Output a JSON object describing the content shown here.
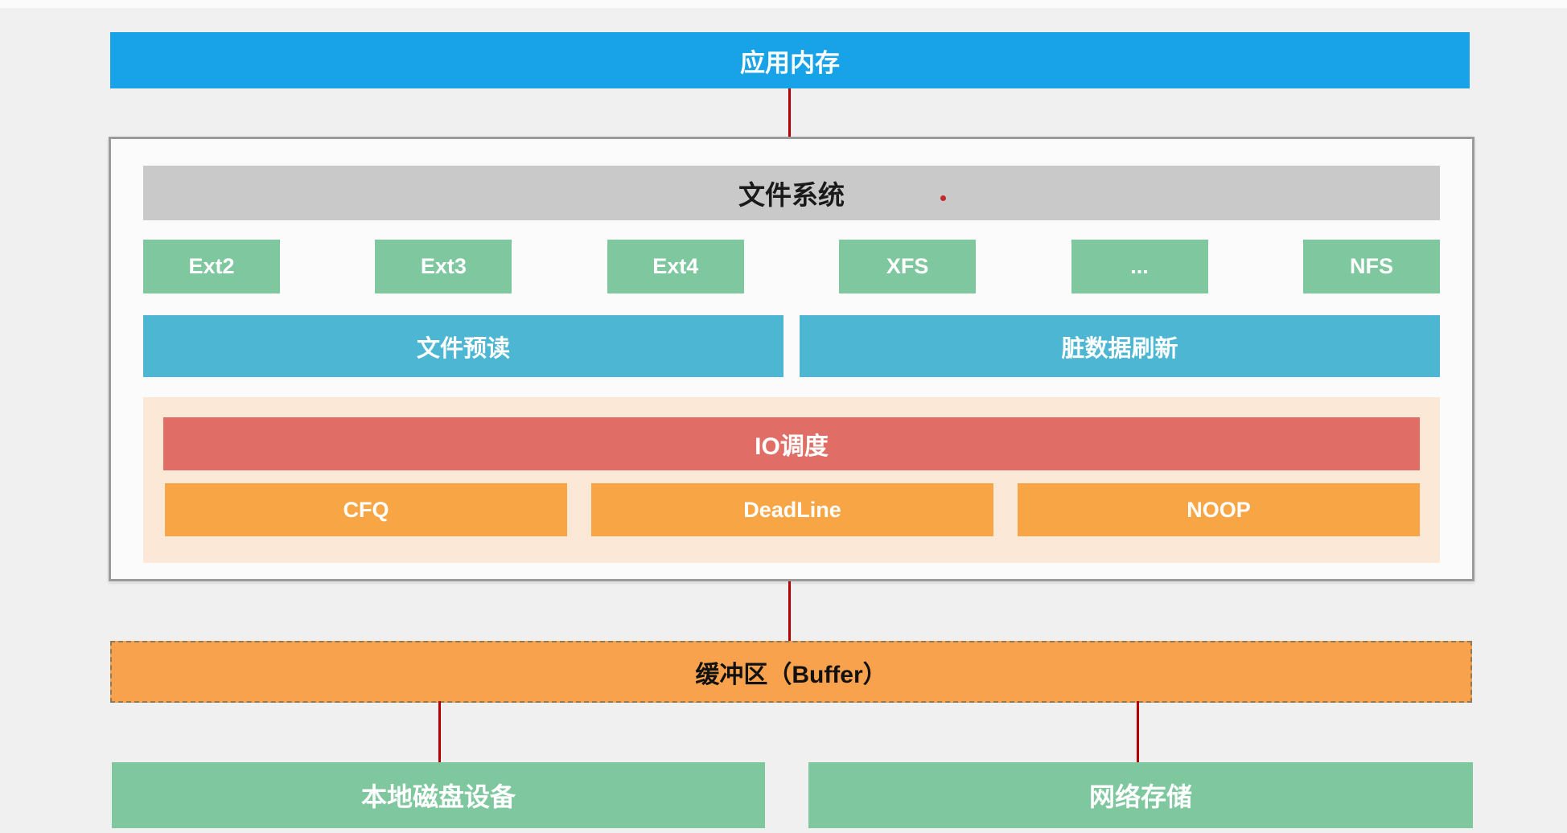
{
  "colors": {
    "page_bg": "#f0f0f0",
    "blue": "#18a3e8",
    "green": "#7fc79e",
    "teal": "#4db7d3",
    "gray_bar": "#c9c9c9",
    "salmon": "#e06e67",
    "orange": "#f8a545",
    "peach": "#fbe8d6",
    "buffer_orange": "#f9a24e",
    "buffer_border": "#8d7b59",
    "connector_red": "#b40000",
    "box_bg": "#fbfbfb",
    "box_border": "#9b9b9b",
    "laser_red": "#c02a2a"
  },
  "diagram": {
    "app_memory_label": "应用内存",
    "filesystem": {
      "title": "文件系统",
      "types": [
        "Ext2",
        "Ext3",
        "Ext4",
        "XFS",
        "...",
        "NFS"
      ],
      "readahead_label": "文件预读",
      "dirty_flush_label": "脏数据刷新",
      "io_scheduler": {
        "title": "IO调度",
        "algorithms": [
          "CFQ",
          "DeadLine",
          "NOOP"
        ]
      }
    },
    "buffer_label": "缓冲区（Buffer）",
    "local_disk_label": "本地磁盘设备",
    "network_storage_label": "网络存储"
  }
}
